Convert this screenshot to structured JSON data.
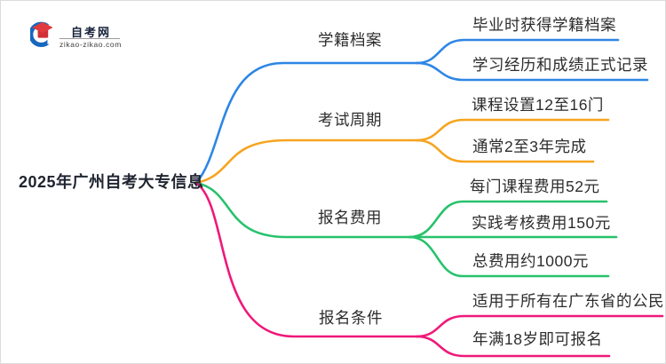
{
  "logo": {
    "site_name": "自考网",
    "site_url": "zikao-zikao.com",
    "icon": "graduation-cap-logo-icon",
    "colors": {
      "cap": "#E03A3E",
      "cap_front": "#D02F34",
      "crescent": "#1568BD"
    }
  },
  "mindmap": {
    "root_label": "2025年广州自考大专信息",
    "branches": [
      {
        "label": "学籍档案",
        "color": "#2E86E5",
        "children": [
          "毕业时获得学籍档案",
          "学习经历和成绩正式记录"
        ]
      },
      {
        "label": "考试周期",
        "color": "#F6A41F",
        "children": [
          "课程设置12至16门",
          "通常2至3年完成"
        ]
      },
      {
        "label": "报名费用",
        "color": "#27C26C",
        "children": [
          "每门课程费用52元",
          "实践考核费用150元",
          "总费用约1000元"
        ]
      },
      {
        "label": "报名条件",
        "color": "#F01879",
        "children": [
          "适用于所有在广东省的公民",
          "年满18岁即可报名"
        ]
      }
    ]
  }
}
